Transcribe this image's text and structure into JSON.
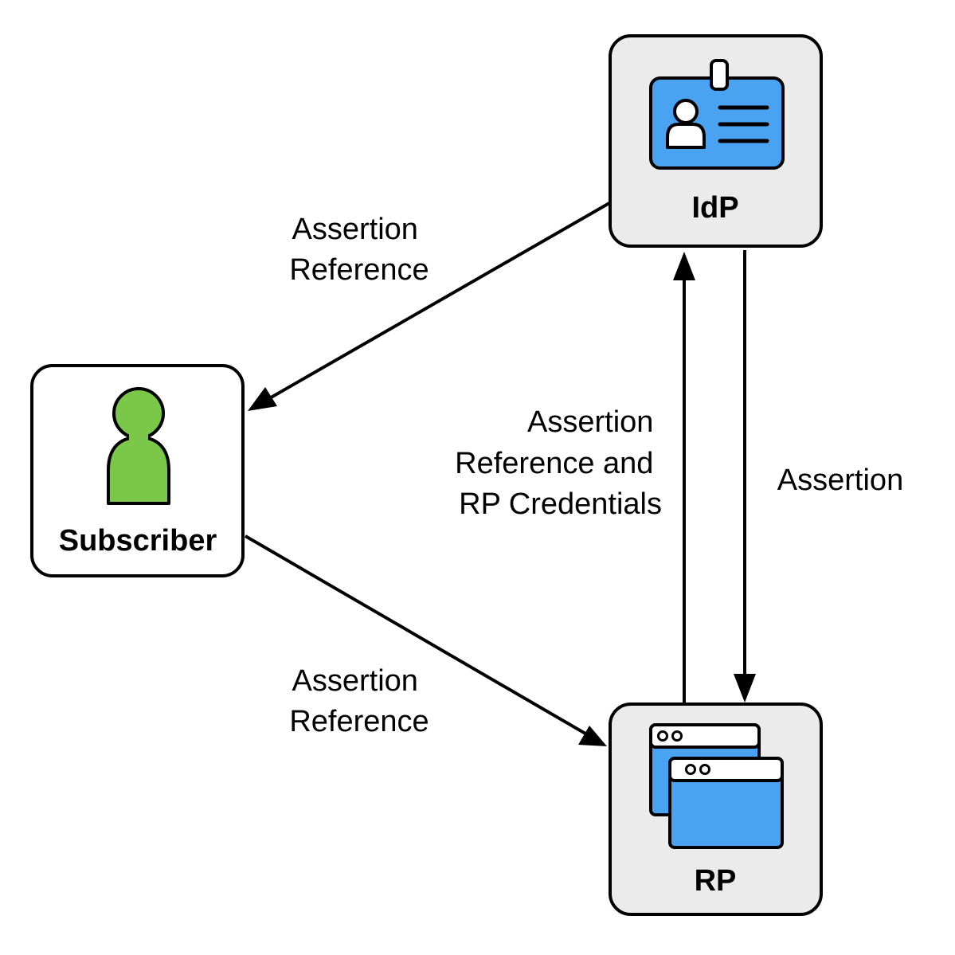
{
  "nodes": {
    "idp": {
      "label": "IdP",
      "icon": "id-badge-icon"
    },
    "subscriber": {
      "label": "Subscriber",
      "icon": "person-icon"
    },
    "rp": {
      "label": "RP",
      "icon": "browser-windows-icon"
    }
  },
  "edges": {
    "idp_to_subscriber": {
      "from": "IdP",
      "to": "Subscriber",
      "label_lines": [
        "Assertion",
        "Reference"
      ]
    },
    "subscriber_to_rp": {
      "from": "Subscriber",
      "to": "RP",
      "label_lines": [
        "Assertion",
        "Reference"
      ]
    },
    "rp_to_idp": {
      "from": "RP",
      "to": "IdP",
      "label_lines": [
        "Assertion",
        "Reference and",
        "RP Credentials"
      ]
    },
    "idp_to_rp": {
      "from": "IdP",
      "to": "RP",
      "label_lines": [
        "Assertion"
      ]
    }
  },
  "colors": {
    "idp_box_fill": "#ebebeb",
    "subscriber_box_fill": "#ffffff",
    "rp_box_fill": "#ebebeb",
    "badge_blue": "#4aa3f0",
    "person_green": "#7ac74a",
    "outline": "#000000"
  }
}
